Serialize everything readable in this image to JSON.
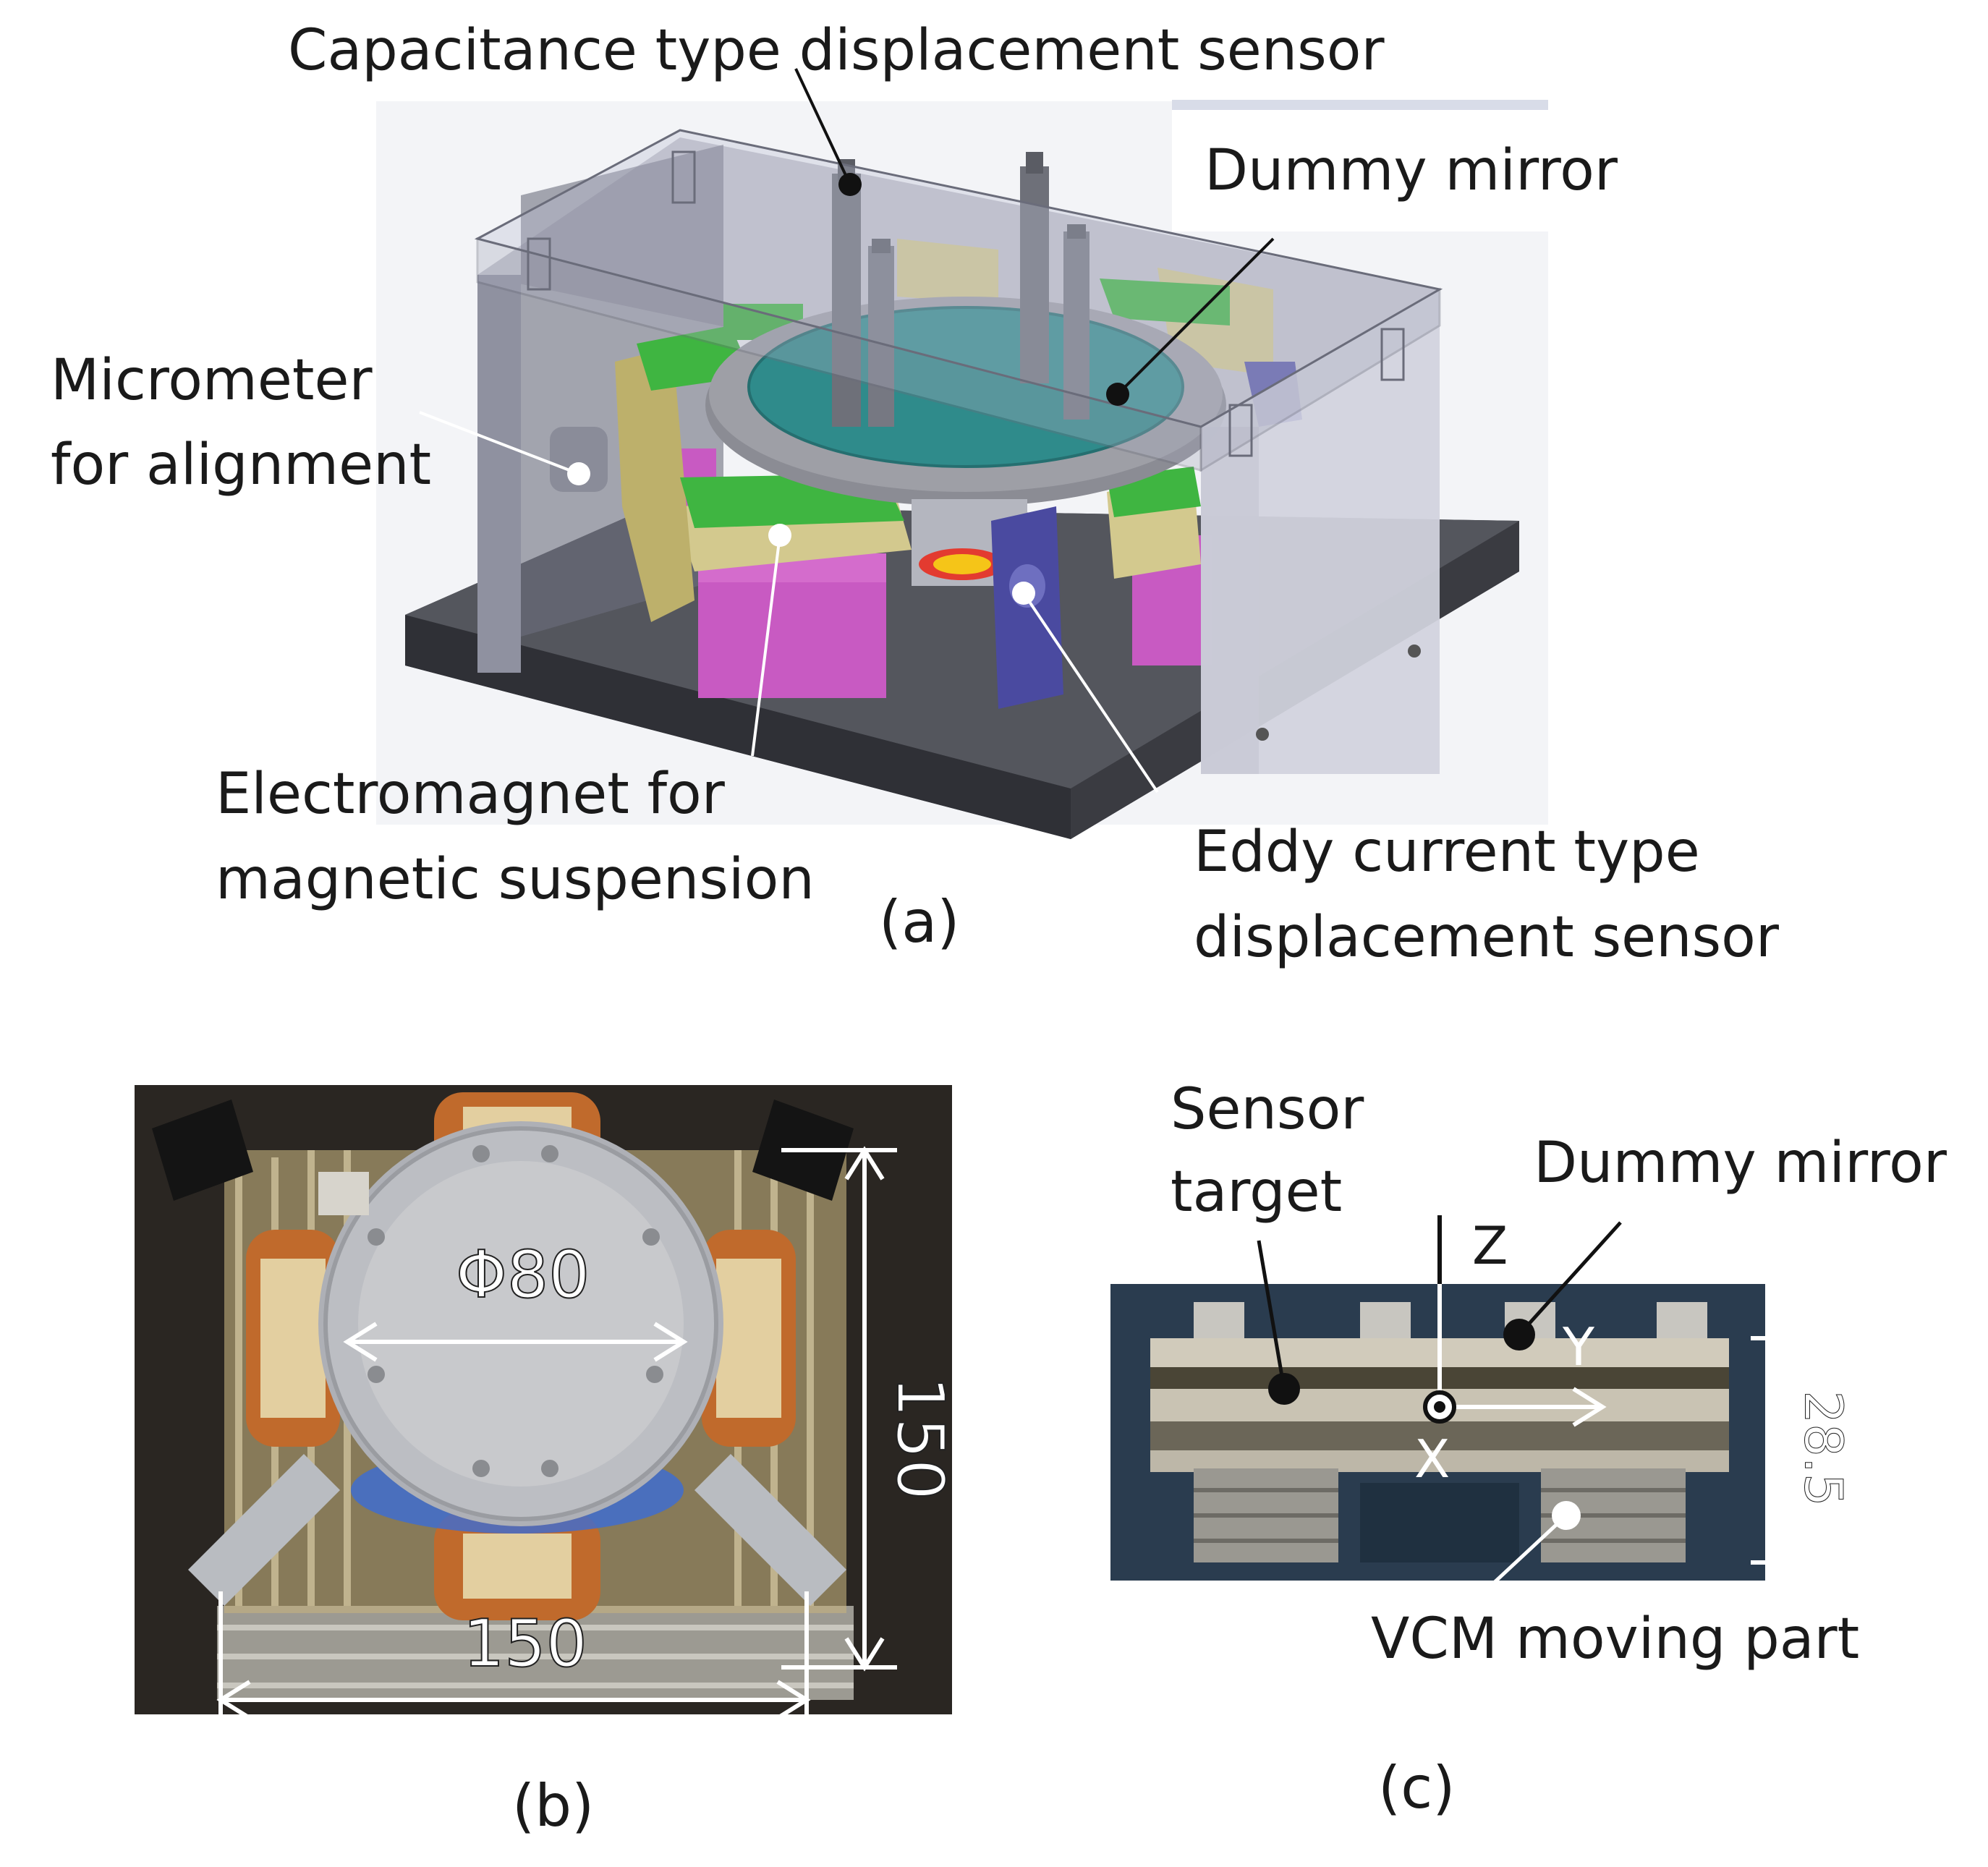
{
  "panel_a": {
    "labels": {
      "capacitance_sensor": "Capacitance type displacement sensor",
      "dummy_mirror": "Dummy mirror",
      "micrometer_line1": "Micrometer",
      "micrometer_line2": "for alignment",
      "electromagnet_line1": "Electromagnet for",
      "electromagnet_line2": "magnetic suspension",
      "eddy_line1": "Eddy current type",
      "eddy_line2": "displacement sensor"
    },
    "caption": "(a)"
  },
  "panel_b": {
    "diameter": "Φ80",
    "width": "150",
    "height": "150",
    "caption": "(b)"
  },
  "panel_c": {
    "sensor_target_line1": "Sensor",
    "sensor_target_line2": "target",
    "dummy_mirror": "Dummy mirror",
    "axis_z": "Z",
    "axis_y": "Y",
    "axis_x": "X",
    "height": "28.5",
    "vcm_label": "VCM moving part",
    "caption": "(c)"
  }
}
